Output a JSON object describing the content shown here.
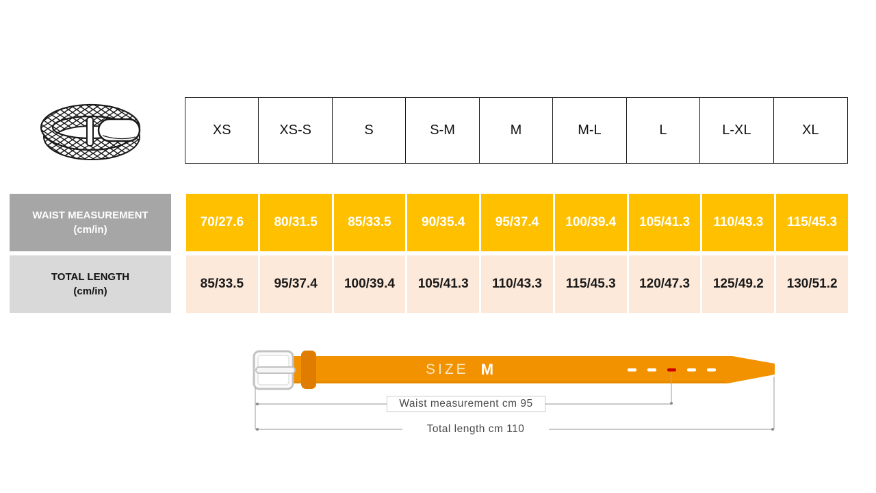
{
  "size_table": {
    "sizes": [
      "XS",
      "XS-S",
      "S",
      "S-M",
      "M",
      "M-L",
      "L",
      "L-XL",
      "XL"
    ]
  },
  "rows": {
    "waist": {
      "label_line1": "WAIST MEASUREMENT",
      "label_line2": "(cm/in)",
      "values": [
        "70/27.6",
        "80/31.5",
        "85/33.5",
        "90/35.4",
        "95/37.4",
        "100/39.4",
        "105/41.3",
        "110/43.3",
        "115/45.3"
      ]
    },
    "total": {
      "label_line1": "TOTAL LENGTH",
      "label_line2": "(cm/in)",
      "values": [
        "85/33.5",
        "95/37.4",
        "100/39.4",
        "105/41.3",
        "110/43.3",
        "115/45.3",
        "120/47.3",
        "125/49.2",
        "130/51.2"
      ]
    }
  },
  "diagram": {
    "size_word": "SIZE",
    "size_value": "M",
    "waist_label": "Waist measurement cm 95",
    "total_label": "Total length cm 110"
  },
  "icons": {
    "belt_illustration": "braided-belt-drawing",
    "belt_diagram": "orange-belt-with-buckle-and-holes"
  },
  "colors": {
    "waist_row_bg": "#FFC000",
    "waist_row_text": "#FFFFFF",
    "total_row_bg": "#FDE9D9",
    "total_row_text": "#1A1A1A",
    "waist_label_bg": "#A6A6A6",
    "total_label_bg": "#D9D9D9",
    "belt_strap": "#F39200",
    "belt_keeper": "#E07C00",
    "highlight_hole": "#CC0000",
    "dimension_lines": "#A9A9A9"
  }
}
